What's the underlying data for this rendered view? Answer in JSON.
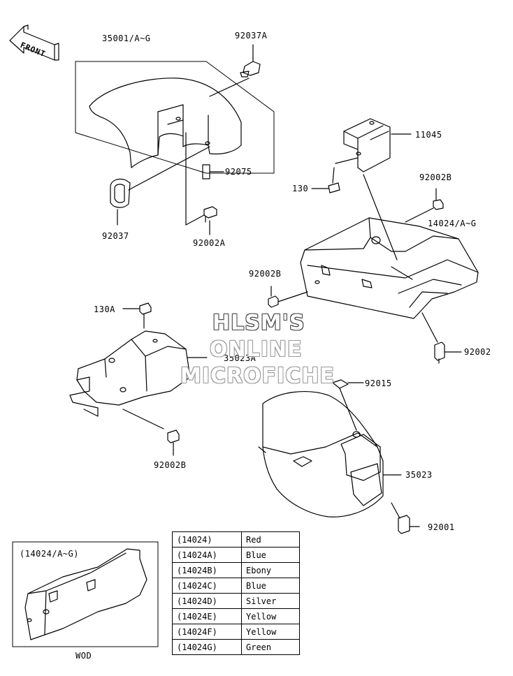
{
  "direction_label": "FRONT",
  "watermark": {
    "line1": "HLSM'S",
    "line2": "ONLINE",
    "line3": "MICROFICHE"
  },
  "parts": {
    "p35001": "35001/A~G",
    "p92037A": "92037A",
    "p92075": "92075",
    "p92037": "92037",
    "p92002A": "92002A",
    "p11045": "11045",
    "p130": "130",
    "p92002B_top": "92002B",
    "p14024": "14024/A~G",
    "p92002B_mid": "92002B",
    "p92002": "92002",
    "p130A": "130A",
    "p35023A": "35023A",
    "p92015": "92015",
    "p92002B_low": "92002B",
    "p35023": "35023",
    "p92001": "92001"
  },
  "inset": {
    "title": "(14024/A~G)",
    "caption": "WOD"
  },
  "color_table": [
    {
      "code": "(14024)",
      "color": "Red"
    },
    {
      "code": "(14024A)",
      "color": "Blue"
    },
    {
      "code": "(14024B)",
      "color": "Ebony"
    },
    {
      "code": "(14024C)",
      "color": "Blue"
    },
    {
      "code": "(14024D)",
      "color": "Silver"
    },
    {
      "code": "(14024E)",
      "color": "Yellow"
    },
    {
      "code": "(14024F)",
      "color": "Yellow"
    },
    {
      "code": "(14024G)",
      "color": "Green"
    }
  ]
}
